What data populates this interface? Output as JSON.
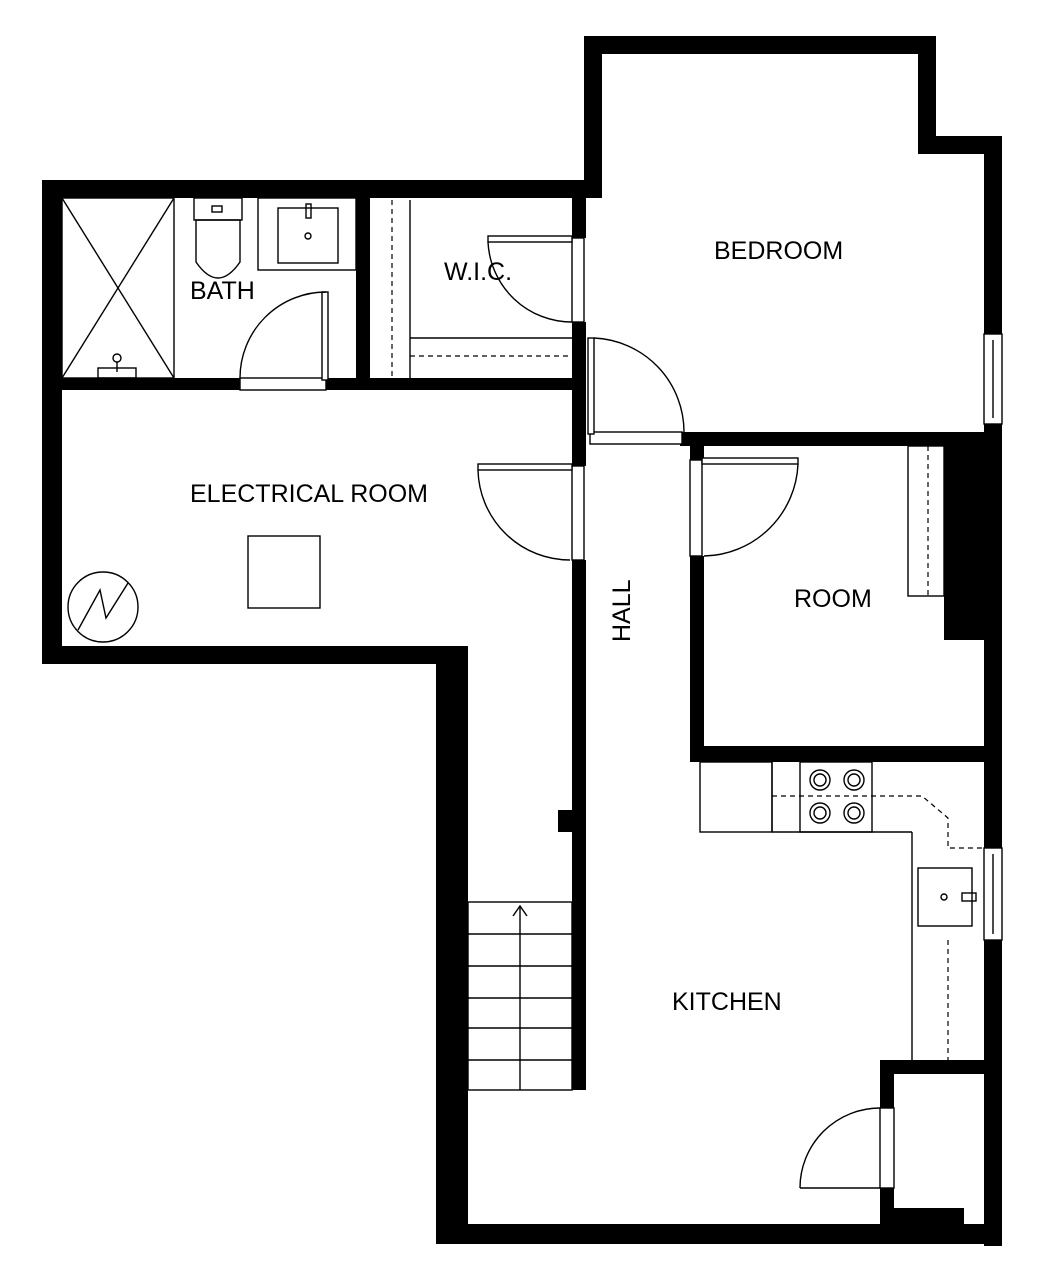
{
  "rooms": {
    "bedroom": "BEDROOM",
    "bath": "BATH",
    "wic": "W.I.C.",
    "electrical": "ELECTRICAL ROOM",
    "hall": "HALL",
    "room": "ROOM",
    "kitchen": "KITCHEN"
  },
  "colors": {
    "wall": "#000000",
    "background": "#ffffff"
  },
  "icons": [
    "water-heater-icon",
    "stair-direction-arrow-icon",
    "cooktop-burner-icon",
    "sink-icon",
    "toilet-icon"
  ]
}
